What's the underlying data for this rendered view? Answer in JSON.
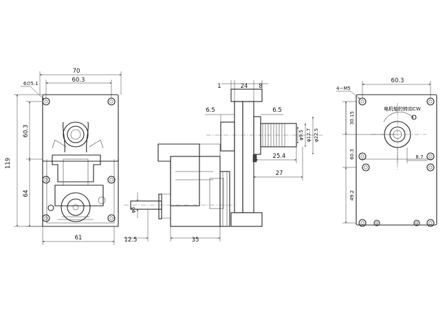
{
  "front_view": {
    "width_overall": "70",
    "width_holes": "60.3",
    "hole_callout": "6∅5.1",
    "height_overall": "119",
    "height_upper": "60.3",
    "height_lower": "64",
    "bottom_width": "61"
  },
  "side_view": {
    "shaft_dia": "φ6",
    "shaft_len": "12.5",
    "body_len": "35"
  },
  "shaft_view": {
    "dim_1": "1",
    "dim_24": "24",
    "dim_8": "8",
    "dim_65_left": "6.5",
    "dim_65_right": "6.5",
    "dia_95": "φ9.5",
    "dia_127": "φ12.7",
    "dia_225": "φ22.5",
    "len_254": "25.4",
    "len_27": "27"
  },
  "back_view": {
    "thread_callout": "4−M5",
    "width": "60.3",
    "height_upper": "30.15",
    "height_mid": "60.3",
    "height_lower": "49.2",
    "offset": "8.7",
    "rotation_note": "电机轴的转向CW"
  }
}
